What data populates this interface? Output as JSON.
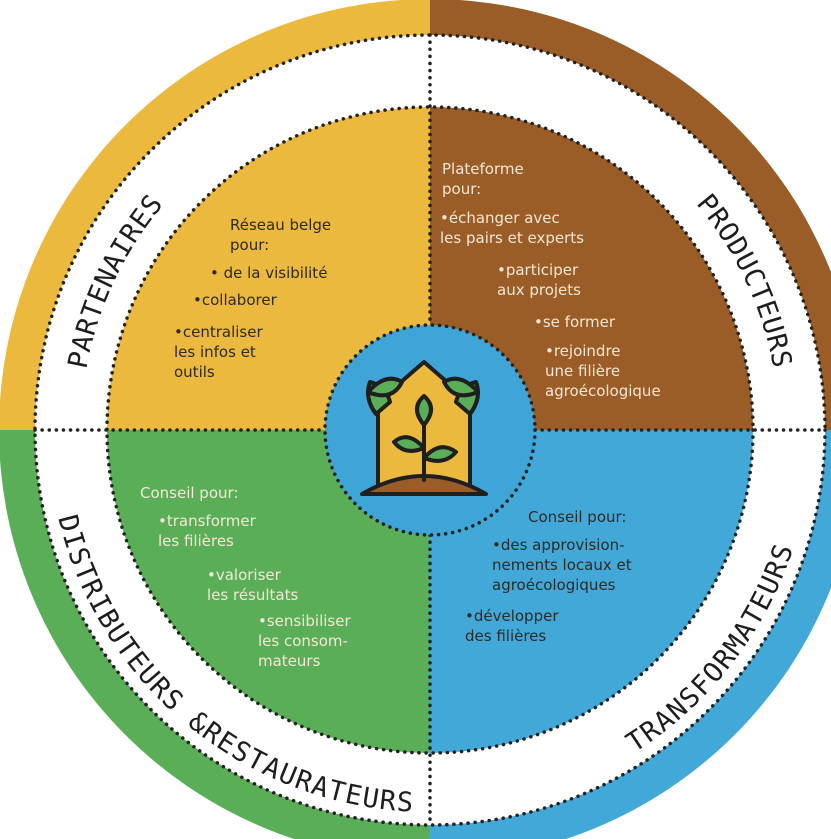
{
  "colors": {
    "partenaires": "#ecb93f",
    "producteurs": "#9b5d27",
    "distributeurs": "#5bae58",
    "transformateurs": "#42a8d8",
    "center": "#3fa4d6",
    "text_dark": "#2e2a26",
    "text_light": "#f4e7d6"
  },
  "center_icon": "house-with-plant-icon",
  "sectors": {
    "partenaires": {
      "ring_label": "PARTENAIRES",
      "intro": [
        "Réseau belge",
        "pour:"
      ],
      "items": [
        [
          "• de la visibilité"
        ],
        [
          "•collaborer"
        ],
        [
          "•centraliser",
          "les infos et",
          "outils"
        ]
      ]
    },
    "producteurs": {
      "ring_label": "PRODUCTEURS",
      "intro": [
        "Plateforme",
        "pour:"
      ],
      "items": [
        [
          "•échanger avec",
          "les pairs et experts"
        ],
        [
          "•participer",
          "aux projets"
        ],
        [
          "•se former"
        ],
        [
          "•rejoindre",
          "une filière",
          "agroécologique"
        ]
      ]
    },
    "distributeurs": {
      "ring_label": "DISTRIBUTEURS &RESTAURATEURS",
      "intro": [
        "Conseil pour:"
      ],
      "items": [
        [
          "•transformer",
          "les filières"
        ],
        [
          "•valoriser",
          "les résultats"
        ],
        [
          "•sensibiliser",
          "les consom-",
          "mateurs"
        ]
      ]
    },
    "transformateurs": {
      "ring_label": "TRANSFORMATEURS",
      "intro": [
        "Conseil pour:"
      ],
      "items": [
        [
          "•des approvision-",
          "nements locaux et",
          "agroécologiques"
        ],
        [
          "•développer",
          "des filières"
        ]
      ]
    }
  }
}
